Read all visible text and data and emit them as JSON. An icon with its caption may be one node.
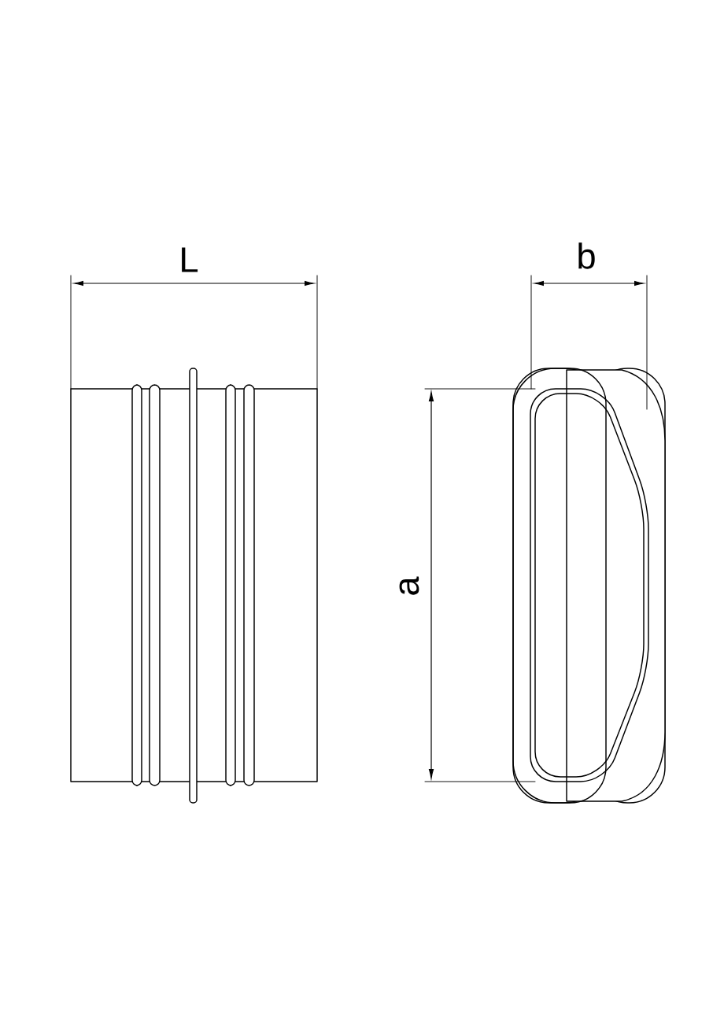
{
  "diagram": {
    "labels": [
      "L",
      "b",
      "a"
    ]
  }
}
